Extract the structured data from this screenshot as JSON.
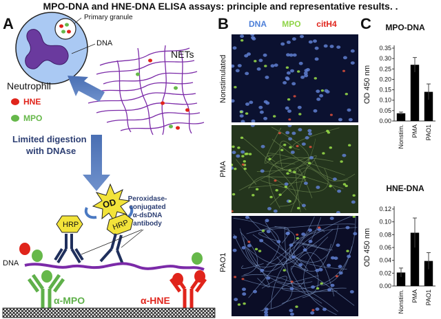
{
  "figure": {
    "title": "MPO-DNA and HNE-DNA ELISA assays: principle and representative results. .",
    "panels": {
      "a": "A",
      "b": "B",
      "c": "C"
    }
  },
  "schematic": {
    "primary_granule": "Primary granule",
    "dna_top": "DNA",
    "nets": "NETs",
    "neutrophil": "Neutrophil",
    "legend_hne": "HNE",
    "legend_mpo": "MPO",
    "digestion_line1": "Limited digestion",
    "digestion_line2": "with DNAse",
    "od": "OD",
    "hrp_left": "HRP",
    "hrp_right": "HRP",
    "antibody_line1": "Peroxidase-",
    "antibody_line2": "conjugated",
    "antibody_line3": "α-dsDNA",
    "antibody_line4": "antibody",
    "dna_bottom": "DNA",
    "anti_mpo": "α-MPO",
    "anti_hne": "α-HNE",
    "colors": {
      "mpo": "#66b84a",
      "hne": "#e0241b",
      "dna": "#7b2aa8",
      "arrow": "#5a7fbe",
      "hrp": "#f2e33a",
      "antibody": "#1f2f5c"
    }
  },
  "microscopy": {
    "stain_labels": [
      {
        "text": "DNA",
        "color": "#4d7fd8"
      },
      {
        "text": "MPO",
        "color": "#8fd447"
      },
      {
        "text": "citH4",
        "color": "#e0241b"
      }
    ],
    "rows": [
      {
        "label": "Nonstimulated"
      },
      {
        "label": "PMA"
      },
      {
        "label": "PAO1"
      }
    ]
  },
  "chart_data": [
    {
      "type": "bar",
      "title": "MPO-DNA",
      "ylabel": "OD 450 nm",
      "categories": [
        "Nonstim.",
        "PMA",
        "PAO1"
      ],
      "values": [
        0.037,
        0.27,
        0.14
      ],
      "errors": [
        0.006,
        0.035,
        0.038
      ],
      "ylim": [
        0,
        0.35
      ],
      "yticks": [
        "0.00",
        "0.05",
        "0.10",
        "0.15",
        "0.20",
        "0.25",
        "0.30",
        "0.35"
      ],
      "bar_color": "#000000"
    },
    {
      "type": "bar",
      "title": "HNE-DNA",
      "ylabel": "OD 450 nm",
      "categories": [
        "Nonstim.",
        "PMA",
        "PAO1"
      ],
      "values": [
        0.021,
        0.083,
        0.039
      ],
      "errors": [
        0.007,
        0.023,
        0.013
      ],
      "ylim": [
        0,
        0.12
      ],
      "yticks": [
        "0.00",
        "0.02",
        "0.04",
        "0.06",
        "0.08",
        "0.10",
        "0.12"
      ],
      "bar_color": "#000000"
    }
  ]
}
